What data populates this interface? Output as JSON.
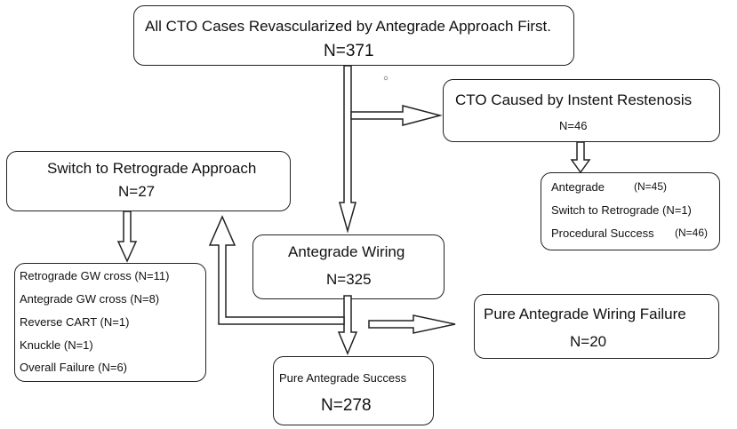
{
  "diagram": {
    "top": {
      "title": "All CTO Cases Revascularized by Antegrade Approach First.",
      "n": "N=371"
    },
    "isr": {
      "title": "CTO Caused by Instent Restenosis",
      "n": "N=46",
      "items": [
        "Antegrade",
        "Switch to Retrograde (N=1)",
        "Procedural Success"
      ],
      "item_counts": [
        "(N=45)",
        "",
        "(N=46)"
      ]
    },
    "retro": {
      "title": "Switch to Retrograde Approach",
      "n": "N=27",
      "items": [
        "Retrograde GW cross (N=11)",
        "Antegrade GW cross (N=8)",
        "Reverse CART (N=1)",
        "Knuckle (N=1)",
        "Overall Failure (N=6)"
      ]
    },
    "antegrade": {
      "title": "Antegrade Wiring",
      "n": "N=325"
    },
    "failure": {
      "title": "Pure Antegrade Wiring Failure",
      "n": "N=20"
    },
    "success": {
      "title": "Pure Antegrade Success",
      "n": "N=278"
    }
  }
}
